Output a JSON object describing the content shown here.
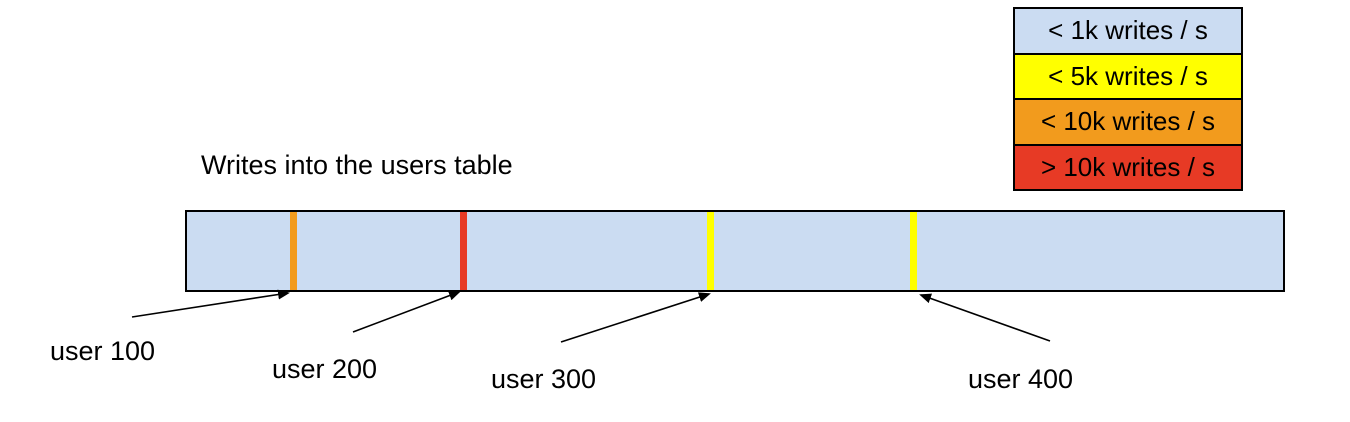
{
  "title": "Writes into the users table",
  "legend": {
    "items": [
      {
        "label": "< 1k writes / s",
        "color": "#cbdcf2"
      },
      {
        "label": "< 5k writes / s",
        "color": "#ffff00"
      },
      {
        "label": "< 10k writes / s",
        "color": "#f29b1d"
      },
      {
        "label": "> 10k writes / s",
        "color": "#e73a25"
      }
    ]
  },
  "bar": {
    "fill": "#cbdcf2",
    "border_color": "#000000",
    "markers": [
      {
        "user": "user 100",
        "rate": "< 10k writes / s",
        "color": "#f29b1d"
      },
      {
        "user": "user 200",
        "rate": "> 10k writes / s",
        "color": "#e73a25"
      },
      {
        "user": "user 300",
        "rate": "< 5k writes / s",
        "color": "#ffff00"
      },
      {
        "user": "user 400",
        "rate": "< 5k writes / s",
        "color": "#ffff00"
      }
    ]
  },
  "labels": {
    "user_100": "user 100",
    "user_200": "user 200",
    "user_300": "user 300",
    "user_400": "user 400"
  }
}
